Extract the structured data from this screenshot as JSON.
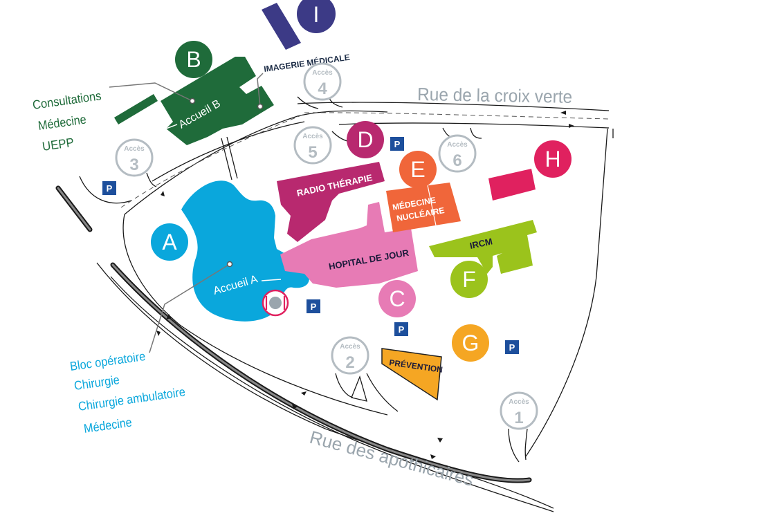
{
  "colors": {
    "green": "#1f6b3a",
    "purple": "#3c3a86",
    "blue": "#0aa7dc",
    "magenta": "#b8296f",
    "pink": "#e77bb5",
    "orange": "#f0663a",
    "lime": "#9bc31c",
    "red": "#e0215f",
    "yellow": "#f5a623",
    "grey": "#9aa5ad",
    "parking": "#1d4f9c",
    "road": "#1a1a1a"
  },
  "streets": {
    "croix_verte": "Rue de la croix verte",
    "apothicaires": "Rue des apothicaires"
  },
  "buildings": {
    "A": {
      "letter": "A",
      "reception": "Accueil A",
      "services": [
        "Bloc opératoire",
        "Chirurgie",
        "Chirurgie ambulatoire",
        "Médecine"
      ]
    },
    "B": {
      "letter": "B",
      "reception": "Accueil B",
      "services": [
        "Consultations",
        "Médecine",
        "UEPP"
      ]
    },
    "C": {
      "letter": "C",
      "name": "HOPITAL DE JOUR"
    },
    "D": {
      "letter": "D",
      "name": "RADIO THÉRAPIE"
    },
    "E": {
      "letter": "E",
      "name_line1": "MÉDECINE",
      "name_line2": "NUCLÉAIRE"
    },
    "F": {
      "letter": "F",
      "name": "IRCM"
    },
    "G": {
      "letter": "G",
      "name": "PRÉVENTION"
    },
    "H": {
      "letter": "H"
    },
    "I": {
      "letter": "I",
      "name": "IMAGERIE MÉDICALE"
    }
  },
  "accesses": [
    {
      "word": "Accès",
      "number": "1"
    },
    {
      "word": "Accès",
      "number": "2"
    },
    {
      "word": "Accès",
      "number": "3"
    },
    {
      "word": "Accès",
      "number": "4"
    },
    {
      "word": "Accès",
      "number": "5"
    },
    {
      "word": "Accès",
      "number": "6"
    }
  ],
  "parking": "P",
  "icons": {
    "restaurant": "restaurant-icon",
    "parking": "parking-icon"
  }
}
